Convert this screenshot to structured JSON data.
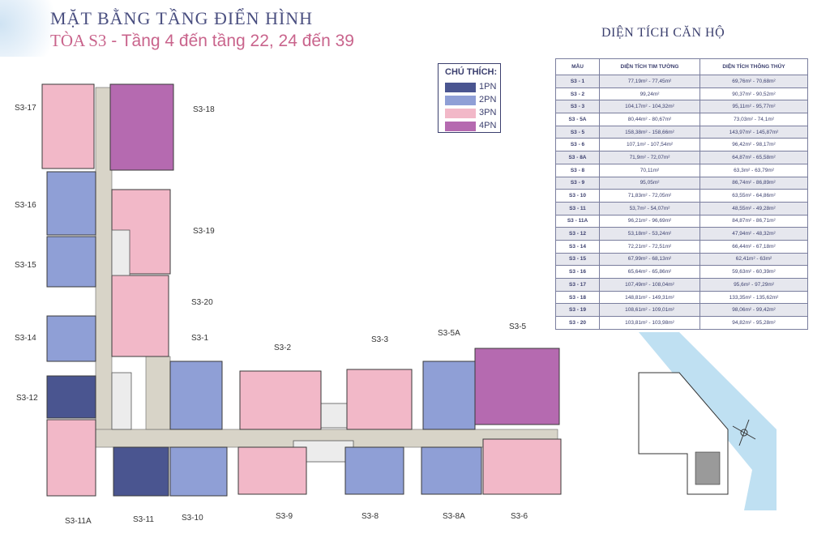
{
  "header": {
    "title": "MẶT BẰNG TẦNG ĐIỂN HÌNH",
    "subtitle_building": "TÒA S3",
    "subtitle_rest": " - Tầng 4 đến tầng 22, 24 đến 39"
  },
  "area_table": {
    "title": "DIỆN TÍCH CĂN HỘ",
    "headers": [
      "MẪU",
      "DIỆN TÍCH TIM TƯỜNG",
      "DIỆN TÍCH THÔNG THỦY"
    ],
    "rows": [
      [
        "S3 - 1",
        "77,19m² - 77,45m²",
        "69,76m² - 70,68m²"
      ],
      [
        "S3 - 2",
        "99,24m²",
        "90,37m² - 90,52m²"
      ],
      [
        "S3 - 3",
        "104,17m² - 104,32m²",
        "95,11m² - 95,77m²"
      ],
      [
        "S3 - 5A",
        "80,44m² - 80,67m²",
        "73,03m² - 74,1m²"
      ],
      [
        "S3 - 5",
        "158,38m² - 158,66m²",
        "143,97m² - 145,87m²"
      ],
      [
        "S3 - 6",
        "107,1m² - 107,54m²",
        "96,42m² - 98,17m²"
      ],
      [
        "S3 - 8A",
        "71,9m² - 72,07m²",
        "64,87m² - 65,58m²"
      ],
      [
        "S3 - 8",
        "70,11m²",
        "63,3m² - 63,79m²"
      ],
      [
        "S3 - 9",
        "95,05m²",
        "86,74m² - 86,89m²"
      ],
      [
        "S3 - 10",
        "71,83m² - 72,05m²",
        "63,55m² - 64,86m²"
      ],
      [
        "S3 - 11",
        "53,7m² - 54,07m²",
        "48,55m² - 49,28m²"
      ],
      [
        "S3 - 11A",
        "96,21m² - 96,69m²",
        "84,87m² - 86,71m²"
      ],
      [
        "S3 - 12",
        "53,18m² - 53,24m²",
        "47,94m² - 48,32m²"
      ],
      [
        "S3 - 14",
        "72,21m² - 72,51m²",
        "66,44m² - 67,18m²"
      ],
      [
        "S3 - 15",
        "67,99m² - 68,13m²",
        "62,41m² - 63m²"
      ],
      [
        "S3 - 16",
        "65,64m² - 65,86m²",
        "59,63m² - 60,39m²"
      ],
      [
        "S3 - 17",
        "107,49m² - 108,04m²",
        "95,6m² - 97,29m²"
      ],
      [
        "S3 - 18",
        "148,81m² - 149,31m²",
        "133,35m² - 135,62m²"
      ],
      [
        "S3 - 19",
        "108,61m² - 109,01m²",
        "98,06m² - 99,42m²"
      ],
      [
        "S3 - 20",
        "103,81m² - 103,98m²",
        "94,82m² - 95,28m²"
      ]
    ]
  },
  "legend": {
    "title": "CHÚ THÍCH:",
    "items": [
      {
        "label": "1PN",
        "color": "#4a5590"
      },
      {
        "label": "2PN",
        "color": "#8f9fd6"
      },
      {
        "label": "3PN",
        "color": "#f2b8c8"
      },
      {
        "label": "4PN",
        "color": "#b56ab0"
      }
    ]
  },
  "unit_labels": {
    "s3_17": "S3-17",
    "s3_18": "S3-18",
    "s3_16": "S3-16",
    "s3_19": "S3-19",
    "s3_15": "S3-15",
    "s3_20": "S3-20",
    "s3_14": "S3-14",
    "s3_1": "S3-1",
    "s3_2": "S3-2",
    "s3_3": "S3-3",
    "s3_5a": "S3-5A",
    "s3_5": "S3-5",
    "s3_12": "S3-12",
    "s3_11a": "S3-11A",
    "s3_11": "S3-11",
    "s3_10": "S3-10",
    "s3_9": "S3-9",
    "s3_8": "S3-8",
    "s3_8a": "S3-8A",
    "s3_6": "S3-6"
  },
  "colors": {
    "corridor": "#d8d4c8",
    "wall": "#3a3a3a",
    "water": "#bfe0f2"
  }
}
